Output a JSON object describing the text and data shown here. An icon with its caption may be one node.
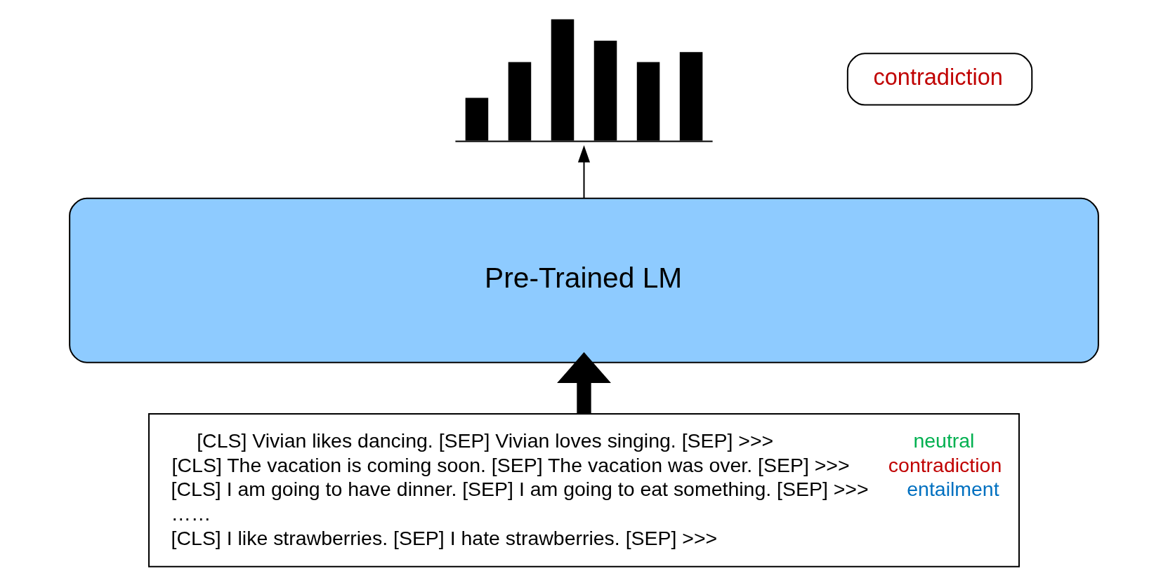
{
  "diagram": {
    "nodes": [
      {
        "text": [],
        "shape": "bar"
      },
      {
        "text": [
          "contradiction"
        ]
      },
      {
        "text": [
          "Pre-Trained LM"
        ]
      },
      {
        "text": [
          "[CLS] Vivian likes dancing. [SEP] Vivian loves singing. [SEP] >>> neutral",
          "[CLS] The vacation is coming soon. [SEP] The vacation was over. [SEP] >>> contradiction",
          "[CLS] I am going to have dinner. [SEP] I am going to eat something. [SEP] >>> entailment",
          "……",
          "[CLS] I like strawberries. [SEP] I hate strawberries. [SEP] >>>"
        ]
      }
    ],
    "edges": [
      {
        "from": 3,
        "to": 2,
        "arrow": "to",
        "style": "thick"
      },
      {
        "from": 2,
        "to": 0,
        "arrow": "to"
      }
    ]
  }
}
